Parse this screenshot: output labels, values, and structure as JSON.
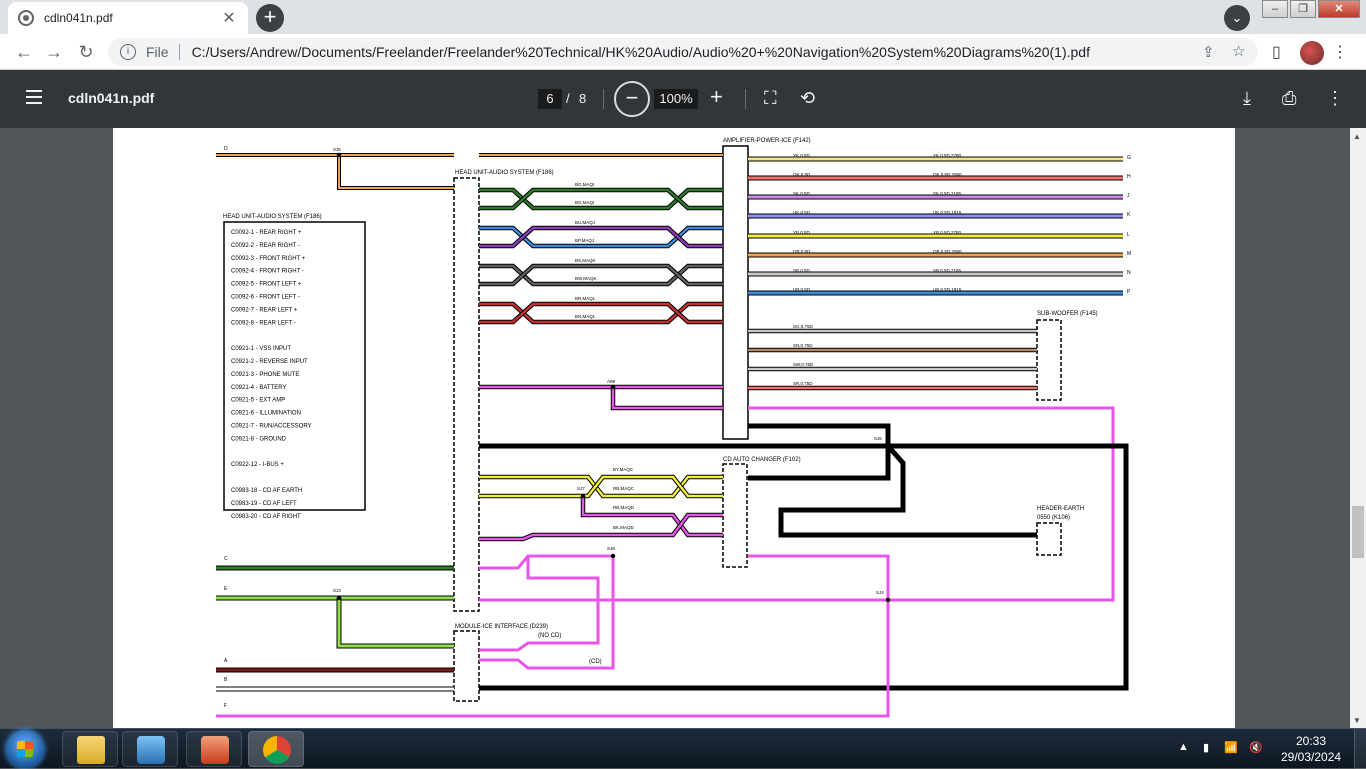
{
  "browser": {
    "tab_title": "cdln041n.pdf",
    "tab_close": "✕",
    "new_tab": "+",
    "file_label": "File",
    "url": "C:/Users/Andrew/Documents/Freelander/Freelander%20Technical/HK%20Audio/Audio%20+%20Navigation%20System%20Diagrams%20(1).pdf"
  },
  "pdf_toolbar": {
    "doc_name": "cdln041n.pdf",
    "page_current": "6",
    "page_sep": "/",
    "page_total": "8",
    "zoom": "100%"
  },
  "diagram": {
    "left_box_title": "HEAD UNIT-AUDIO SYSTEM (F186)",
    "left_box_lines": [
      "C0092-1  - REAR RIGHT +",
      "C0092-2  - REAR RIGHT -",
      "C0092-3  - FRONT RIGHT +",
      "C0092-4  - FRONT RIGHT -",
      "C0092-5  - FRONT LEFT +",
      "C0092-6  - FRONT LEFT -",
      "C0092-7  - REAR LEFT +",
      "C0092-8  - REAR LEFT -",
      "",
      "C0921-1  - VSS INPUT",
      "C0921-2  - REVERSE INPUT",
      "C0921-3  - PHONE MUTE",
      "C0921-4  - BATTERY",
      "C0921-5  - EXT AMP",
      "C0921-6  - ILLUMINATION",
      "C0921-7  - RUN/ACCESSORY",
      "C0921-8  - GROUND",
      "",
      "C0922-12  - I-BUS +",
      "",
      "C0983-18  - CD AF EARTH",
      "C0983-19  - CD AF LEFT",
      "C0983-20  - CD AF RIGHT"
    ],
    "headunit_label": "HEAD UNIT-AUDIO SYSTEM (F186)",
    "amp_label": "AMPLIFIER-POWER-ICE (F142)",
    "sub_label": "SUB-WOOFER (F145)",
    "cd_label": "CD AUTO CHANGER (F102)",
    "module_label": "MODULE-ICE INTERFACE (D239)",
    "earth_label": "HEADER-EARTH",
    "earth_sub": "0550 (K106)",
    "no_cd": "(NO CD)",
    "cd": "(CD)",
    "right_letters": [
      "G",
      "H",
      "J",
      "K",
      "L",
      "M",
      "N",
      "P"
    ],
    "left_letters": [
      "D",
      "C",
      "E",
      "A",
      "B",
      "F"
    ],
    "splices": [
      "SJ5",
      "SJ7",
      "SJ6",
      "SJ8",
      "SJ3",
      "SJ4",
      "A99"
    ],
    "amp_wire_labels": [
      "YK,0.5D",
      "OK,0.5D",
      "SK,0.5D",
      "UK,0.5D",
      "YB,0.5D",
      "OB,0.5D",
      "SB,0.5D",
      "UB,0.5D"
    ],
    "amp_far_labels": [
      "YK,0.5D,2780",
      "OK,0.5D,2560",
      "SK,0.5D,2185",
      "UK,0.5D,1915",
      "YB,0.5D,2780",
      "OB,0.5D,2560",
      "SB,0.5D,2185",
      "UB,0.5D,1915"
    ],
    "twist_labels": [
      "BG,MAQI",
      "BG,MAQI",
      "BU,MAQJ",
      "BP,MAQJ",
      "BS,MAQK",
      "BW,MAQK",
      "BR,MAQL",
      "BN,MAQL"
    ],
    "sub_labels": [
      "SG,0.75D",
      "SN,0.75D",
      "SW,0.75D",
      "SR,0.75D"
    ],
    "cd_labels": [
      "BY,MAQC",
      "RB,MAQC",
      "RB,MAQD",
      "BK,MAQD"
    ]
  },
  "taskbar": {
    "time": "20:33",
    "date": "29/03/2024"
  }
}
